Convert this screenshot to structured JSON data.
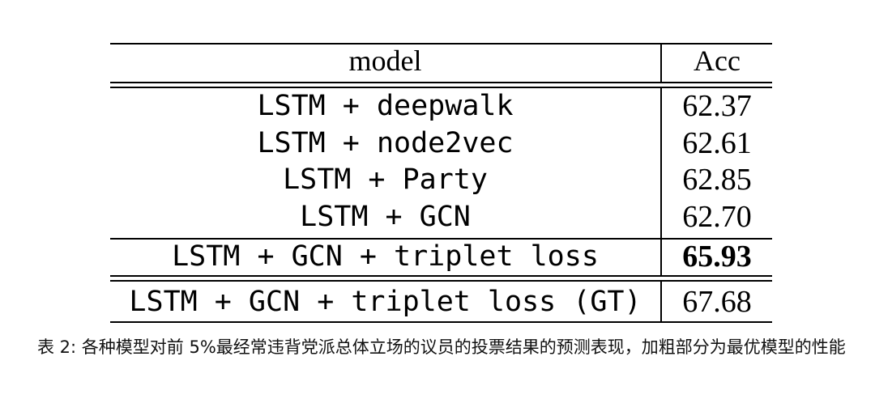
{
  "table": {
    "header": {
      "model": "model",
      "acc": "Acc"
    },
    "rows": [
      {
        "model": "LSTM + deepwalk",
        "acc": "62.37",
        "bold": false
      },
      {
        "model": "LSTM + node2vec",
        "acc": "62.61",
        "bold": false
      },
      {
        "model": "LSTM + Party",
        "acc": "62.85",
        "bold": false
      },
      {
        "model": "LSTM + GCN",
        "acc": "62.70",
        "bold": false
      },
      {
        "model": "LSTM + GCN + triplet loss",
        "acc": "65.93",
        "bold": true
      },
      {
        "model": "LSTM + GCN + triplet loss (GT)",
        "acc": "67.68",
        "bold": false
      }
    ]
  },
  "caption": "表 2: 各种模型对前 5%最经常违背党派总体立场的议员的投票结果的预测表现，加粗部分为最优模型的性能"
}
